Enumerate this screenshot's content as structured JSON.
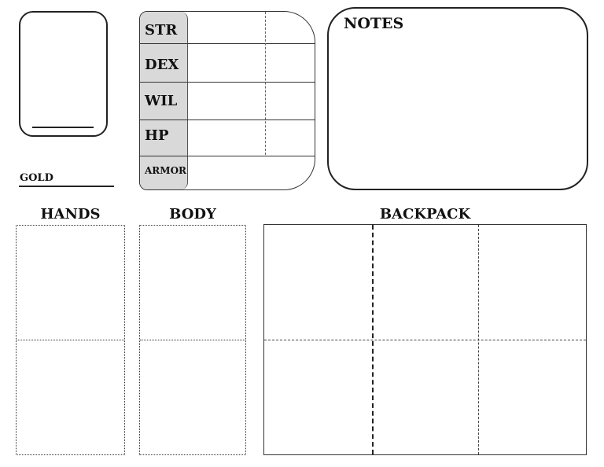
{
  "character_sheet": {
    "gold": {
      "label": "GOLD"
    },
    "stats": [
      {
        "label": "STR"
      },
      {
        "label": "DEX"
      },
      {
        "label": "WIL"
      },
      {
        "label": "HP"
      },
      {
        "label": "ARMOR"
      }
    ],
    "notes": {
      "title": "NOTES"
    },
    "inventory": {
      "hands": {
        "title": "HANDS"
      },
      "body": {
        "title": "BODY"
      },
      "backpack": {
        "title": "BACKPACK"
      }
    }
  }
}
